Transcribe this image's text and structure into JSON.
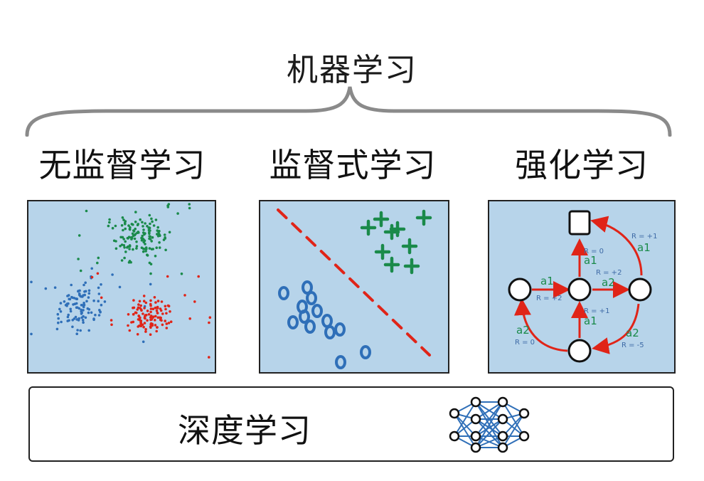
{
  "title": "机器学习",
  "categories": {
    "unsupervised": "无监督学习",
    "supervised": "监督式学习",
    "reinforcement": "强化学习"
  },
  "deep_learning": {
    "label": "深度学习"
  },
  "rl_labels": {
    "r_plus1_top": "R = +1",
    "a1_top": "a1",
    "r_zero_mid": "R = 0",
    "a1_mid": "a1",
    "r_plus2_mid": "R = +2",
    "a2_mid": "a2",
    "a1_left": "a1",
    "r_plus2_left": "R = +2",
    "r_plus1_low": "R = +1",
    "a1_low": "a1",
    "a2_left": "a2",
    "r_zero_left": "R = 0",
    "a2_right": "a2",
    "r_minus5": "R = -5"
  },
  "colors": {
    "panel_bg": "#b7d4ea",
    "green": "#1a8a4a",
    "blue": "#2f6fb8",
    "red": "#e02418"
  }
}
